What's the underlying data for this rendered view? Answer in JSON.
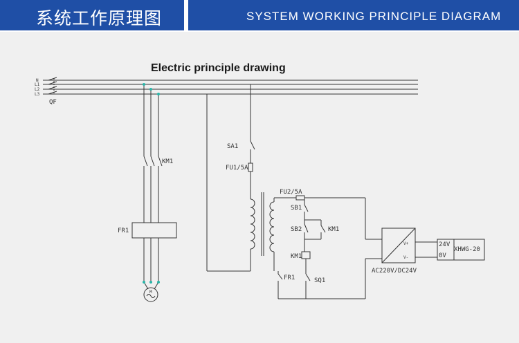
{
  "header": {
    "title_cn": "系统工作原理图",
    "title_en": "SYSTEM WORKING PRINCIPLE DIAGRAM"
  },
  "diagram": {
    "title": "Electric principle drawing",
    "labels": {
      "bus_n": "N",
      "bus_l1": "L1",
      "bus_l2": "L2",
      "bus_l3": "L3",
      "qf": "QF",
      "km1_main": "KM1",
      "fr1_main": "FR1",
      "motor": "M",
      "sa1": "SA1",
      "fu1": "FU1/5A",
      "fu2": "FU2/5A",
      "sb1": "SB1",
      "sb2": "SB2",
      "km1_aux": "KM1",
      "km1_coil": "KM1",
      "fr1_ctrl": "FR1",
      "sq1": "SQ1",
      "converter_vplus": "V+",
      "converter_vminus": "V-",
      "converter": "AC220V/DC24V",
      "out_24v": "24V",
      "out_0v": "0V",
      "device": "XHWG-20"
    },
    "colors": {
      "wire": "#333333",
      "highlight": "#2ab5a8",
      "header_bg": "#1f4fa6"
    }
  }
}
